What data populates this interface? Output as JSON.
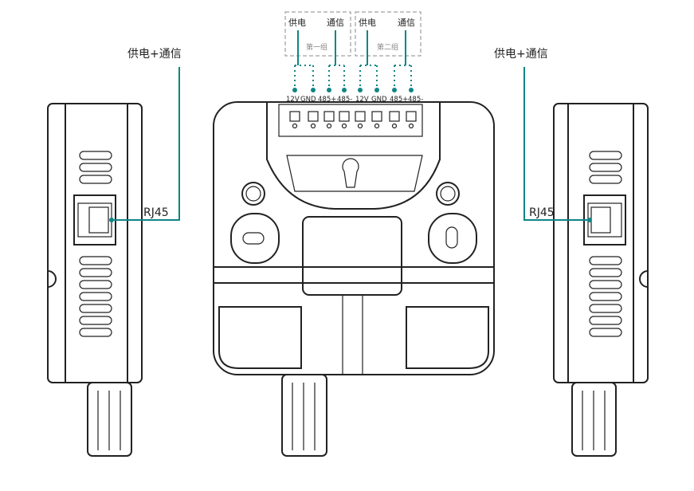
{
  "left_view": {
    "top_label": "供电+通信",
    "port_label": "RJ45"
  },
  "right_view": {
    "top_label": "供电+通信",
    "port_label": "RJ45"
  },
  "groups": [
    {
      "name": "第一组",
      "power": "供电",
      "comm": "通信",
      "terminals": [
        "12V",
        "GND",
        "485+",
        "485-"
      ]
    },
    {
      "name": "第二组",
      "power": "供电",
      "comm": "通信",
      "terminals": [
        "12V",
        "GND",
        "485+",
        "485-"
      ]
    }
  ],
  "colors": {
    "accent": "#0f8585",
    "outline": "#222222"
  }
}
